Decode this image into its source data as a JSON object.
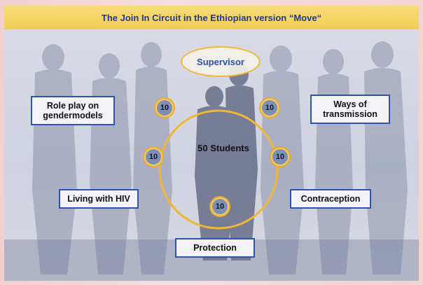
{
  "title": "The Join In Circuit in the Ethiopian version “Move“",
  "supervisor": "Supervisor",
  "center": "50 Students",
  "groups": [
    "10",
    "10",
    "10",
    "10",
    "10"
  ],
  "topics": {
    "role_play": "Role play on gendermodels",
    "ways": "Ways of transmission",
    "living": "Living with HIV",
    "contraception": "Contraception",
    "protection": "Protection"
  },
  "colors": {
    "title_bg": "#f2cd58",
    "title_text": "#1f3a8a",
    "ring": "#f0b638",
    "box_border": "#2d53b3"
  }
}
